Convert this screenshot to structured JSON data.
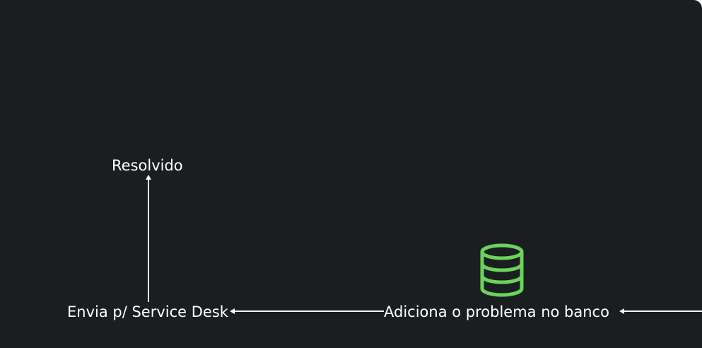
{
  "diagram": {
    "nodes": {
      "resolvido": "Resolvido",
      "envia": "Envia p/ Service Desk",
      "adiciona": "Adiciona o problema no banco"
    },
    "edges": [
      {
        "from": "incoming",
        "to": "adiciona"
      },
      {
        "from": "adiciona",
        "to": "envia"
      },
      {
        "from": "envia",
        "to": "resolvido"
      }
    ],
    "icon": "database-icon"
  },
  "colors": {
    "background": "#1a1e20",
    "text": "#ffffff",
    "connector": "#ffffff",
    "icon": "#6bd35a"
  }
}
